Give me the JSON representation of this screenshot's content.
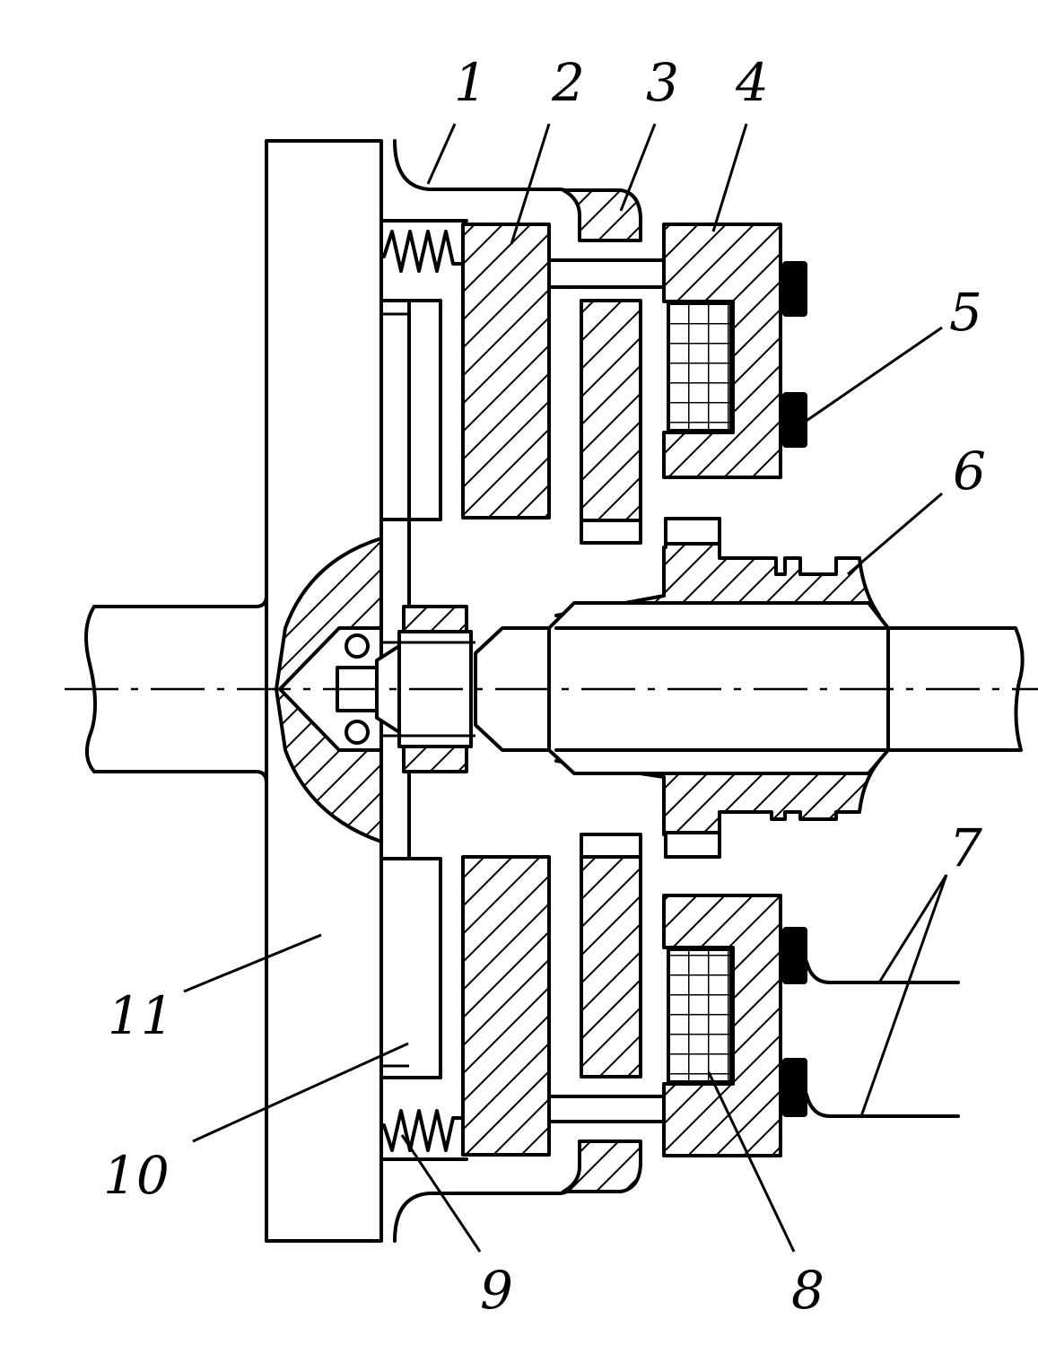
{
  "diagram": {
    "callouts": [
      {
        "id": "1",
        "text": "1"
      },
      {
        "id": "2",
        "text": "2"
      },
      {
        "id": "3",
        "text": "3"
      },
      {
        "id": "4",
        "text": "4"
      },
      {
        "id": "5",
        "text": "5"
      },
      {
        "id": "6",
        "text": "6"
      },
      {
        "id": "7",
        "text": "7"
      },
      {
        "id": "8",
        "text": "8"
      },
      {
        "id": "9",
        "text": "9"
      },
      {
        "id": "10",
        "text": "10"
      },
      {
        "id": "11",
        "text": "11"
      }
    ],
    "colors": {
      "ink": "#000000",
      "paper": "#ffffff"
    }
  }
}
